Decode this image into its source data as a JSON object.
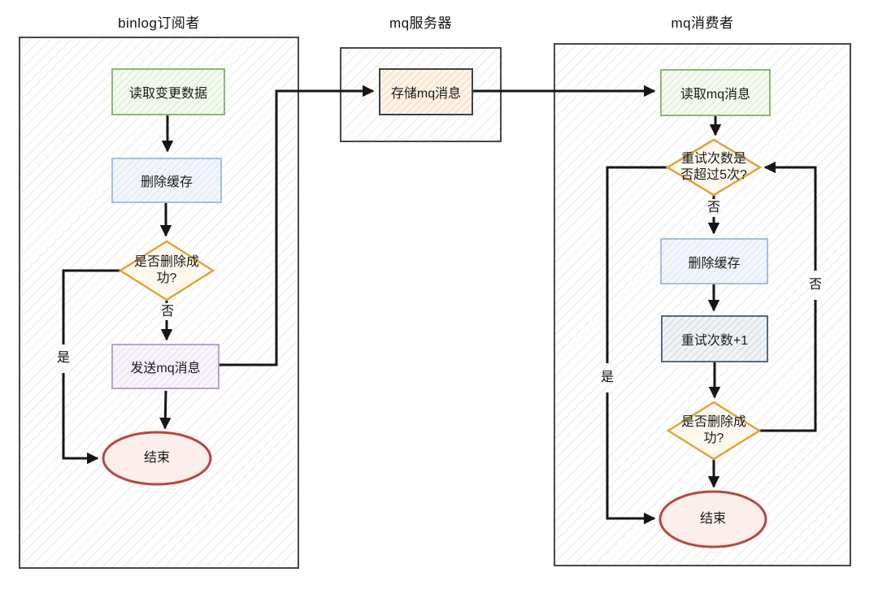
{
  "diagram_type": "flowchart",
  "containers": [
    {
      "id": "binlog-subscriber",
      "title": "binlog订阅者"
    },
    {
      "id": "mq-server",
      "title": "mq服务器"
    },
    {
      "id": "mq-consumer",
      "title": "mq消费者"
    }
  ],
  "nodes": {
    "read_change_data": {
      "label": "读取变更数据",
      "type": "process",
      "border_color": "#8ab873"
    },
    "delete_cache_left": {
      "label": "删除缓存",
      "type": "process",
      "border_color": "#a6bedf"
    },
    "delete_success_left": {
      "label": "是否删除成功?",
      "type": "decision",
      "border_color": "#e2a33c"
    },
    "send_mq": {
      "label": "发送mq消息",
      "type": "process",
      "border_color": "#b9a1d8"
    },
    "end_left": {
      "label": "结束",
      "type": "terminator",
      "border_color": "#b24a3e"
    },
    "store_mq": {
      "label": "存储mq消息",
      "type": "process",
      "border_color": "#3d434a"
    },
    "read_mq": {
      "label": "读取mq消息",
      "type": "process",
      "border_color": "#8ab873"
    },
    "retry_over_5": {
      "label": "重试次数是否超过5次?",
      "type": "decision",
      "border_color": "#e2a33c"
    },
    "delete_cache_right": {
      "label": "删除缓存",
      "type": "process",
      "border_color": "#a6bedf"
    },
    "retry_plus_one": {
      "label": "重试次数+1",
      "type": "process",
      "border_color": "#566b80"
    },
    "delete_success_right": {
      "label": "是否删除成功?",
      "type": "decision",
      "border_color": "#e2a33c"
    },
    "end_right": {
      "label": "结束",
      "type": "terminator",
      "border_color": "#b24a3e"
    }
  },
  "edge_labels": {
    "left_diamond_no": "否",
    "left_diamond_yes": "是",
    "retry_diamond_no": "否",
    "retry_diamond_yes": "是",
    "delete_fail_no": "否"
  },
  "colors": {
    "container_border": "#43484d",
    "wire": "#161616",
    "decision_border": "#e2a33c",
    "terminator_border": "#b24a3e",
    "process_green": "#8ab873",
    "process_blue": "#a6bedf",
    "process_purple": "#b9a1d8",
    "process_steel": "#566b80",
    "store_mq_border": "#3d434a"
  }
}
